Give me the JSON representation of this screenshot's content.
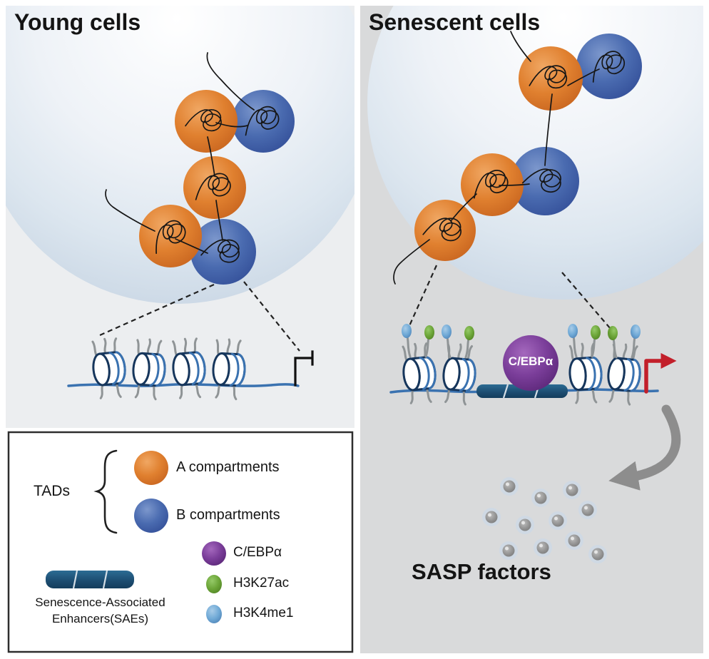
{
  "figure": {
    "panels": {
      "young": {
        "title": "Young cells"
      },
      "senescent": {
        "title": "Senescent cells",
        "cebpa_label": "C/EBPα",
        "sasp_label": "SASP factors"
      }
    },
    "legend": {
      "tads_label": "TADs",
      "compartments": [
        {
          "label": "A compartments",
          "color": "#e0802f"
        },
        {
          "label": "B compartments",
          "color": "#4a6bb0"
        }
      ],
      "enhancer_label_line1": "Senescence-Associated",
      "enhancer_label_line2": "Enhancers(SAEs)",
      "molecules": [
        {
          "label": "C/EBPα",
          "color": "#7b3e9a"
        },
        {
          "label": "H3K27ac",
          "color": "#6ba437"
        },
        {
          "label": "H3K4me1",
          "color": "#6fa9d6"
        }
      ]
    },
    "icons": {
      "repression": "blunt-ended-arrow",
      "activation": "bent-red-arrow",
      "secretion": "thick-gray-curved-arrow"
    },
    "colors": {
      "left_panel_bg": "#eceef0",
      "right_panel_bg": "#d9dadb",
      "cell_rim": "#c5d3e2",
      "a_compartment": "#e0802f",
      "b_compartment": "#4a6bb0",
      "cebpa": "#7b3e9a",
      "h3k27ac": "#6ba437",
      "h3k4me1": "#6fa9d6",
      "enhancer": "#1d4e72",
      "dna": "#3a72b0",
      "activation_arrow": "#c21f2a",
      "secretion_arrow": "#8d8d8d"
    }
  }
}
